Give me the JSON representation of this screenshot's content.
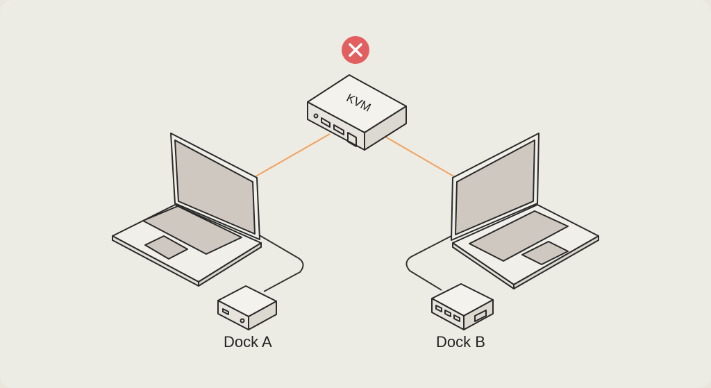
{
  "kvm": {
    "label": "KVM",
    "status": "error",
    "status_icon": "x-icon"
  },
  "docks": [
    {
      "label": "Dock A"
    },
    {
      "label": "Dock B"
    }
  ],
  "connections": [
    {
      "from": "KVM",
      "to": "laptop-left",
      "color": "#f2a15c"
    },
    {
      "from": "KVM",
      "to": "laptop-right",
      "color": "#f2a15c"
    },
    {
      "from": "laptop-left",
      "to": "Dock A",
      "color": "#3a3a3a"
    },
    {
      "from": "laptop-right",
      "to": "Dock B",
      "color": "#3a3a3a"
    }
  ],
  "colors": {
    "error": "#e25f5f",
    "screen": "#cfc8c0",
    "body": "#ecebe4",
    "stroke": "#2a2a2a"
  }
}
